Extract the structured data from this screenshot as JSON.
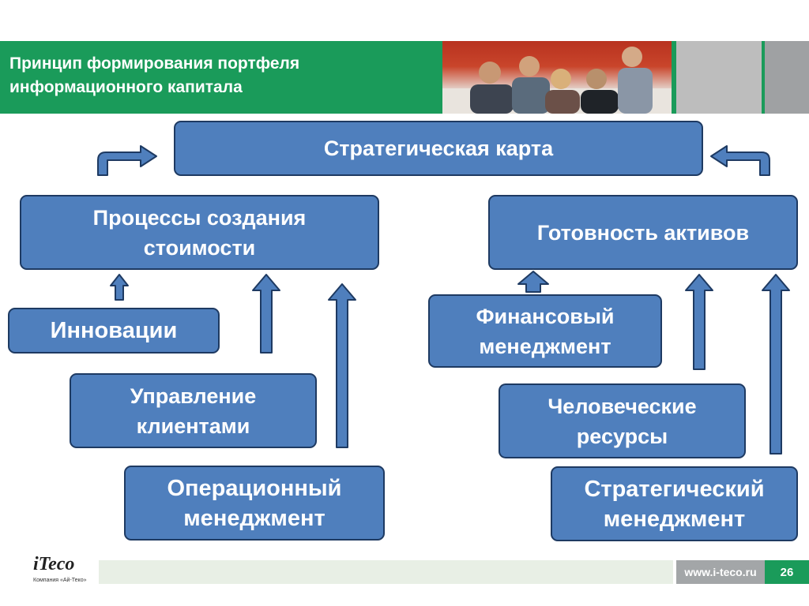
{
  "header": {
    "title": "Принцип формирования портфеля\nинформационного капитала",
    "accent": "#1a9b5a"
  },
  "diagram": {
    "box_fill": "#4f7fbd",
    "box_border": "#1e3a62",
    "nodes": {
      "strategic_map": "Стратегическая карта",
      "value_processes": "Процессы создания\nстоимости",
      "asset_readiness": "Готовность активов",
      "innovations": "Инновации",
      "customer_management": "Управление\nклиентами",
      "operational_management": "Операционный\nменеджмент",
      "financial_management": "Финансовый\nменеджмент",
      "human_resources": "Человеческие\nресурсы",
      "strategic_management": "Стратегический\nменеджмент"
    }
  },
  "footer": {
    "logo_text": "iTeco",
    "logo_sub": "Компания «Ай-Теко»",
    "url": "www.i-teco.ru",
    "page_number": "26"
  }
}
